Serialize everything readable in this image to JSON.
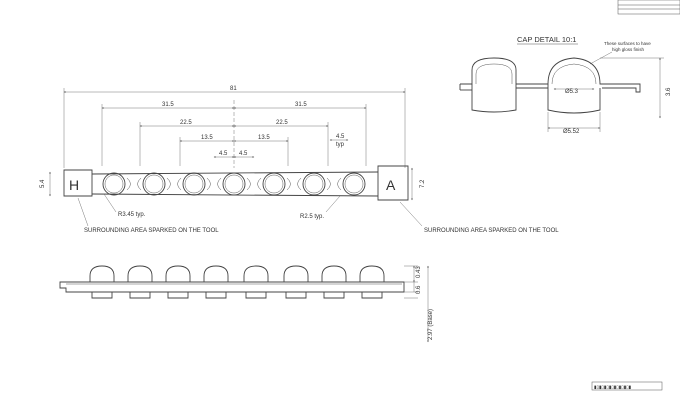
{
  "detail": {
    "title": "CAP  DETAIL  10:1",
    "note_line1": "These surfaces to have",
    "note_line2": "high gloss finish",
    "dia_inner": "Ø5.3",
    "dia_outer": "Ø5.52",
    "height": "3.6"
  },
  "plan": {
    "overall": "81",
    "pitch_left": "31.5",
    "pitch_right": "31.5",
    "half_left": "22.5",
    "half_right": "22.5",
    "mid_left": "13.5",
    "mid_right": "13.5",
    "near_left": "4.5",
    "near_right": "4.5",
    "offset": "4.5",
    "offset_typ": "typ",
    "left_height": "5.4",
    "right_height": "7.2",
    "radius_left": "R3.45 typ.",
    "radius_right": "R2.5 typ.",
    "marker_left": "H",
    "marker_right": "A",
    "note_left": "SURROUNDING AREA SPARKED ON THE TOOL",
    "note_right": "SURROUNDING AREA SPARKED ON THE TOOL"
  },
  "side": {
    "cap_height": "0.43",
    "wall": "0.6",
    "overall_height": "2.97 (Base)"
  },
  "title_block": {
    "barcode_text": "▮▯▮▯▮▯▮▯▮▯▮▯▮▯▮"
  }
}
